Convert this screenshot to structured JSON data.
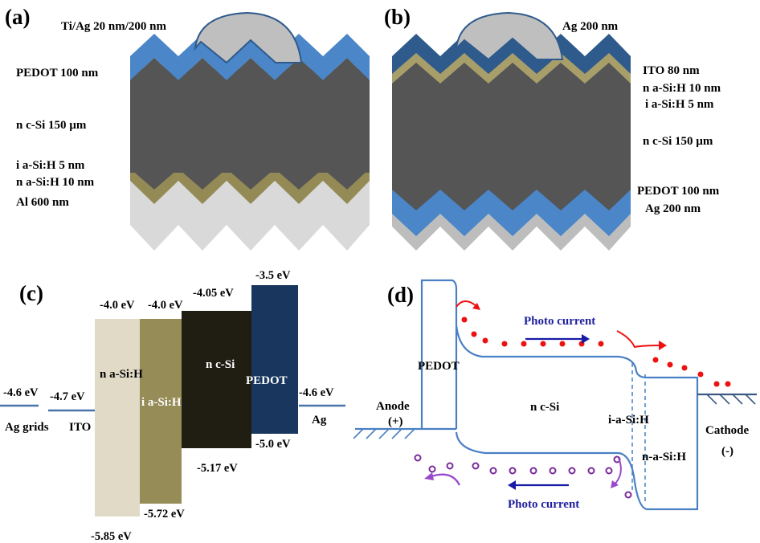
{
  "panels": {
    "a": {
      "label": "(a)",
      "layers": {
        "top": "Ti/Ag 20 nm/200 nm",
        "pedot": "PEDOT 100 nm",
        "nsi": "n c-Si  150 µm",
        "ia": "i a-Si:H  5 nm",
        "na": "n a-Si:H  10 nm",
        "al": "Al 600 nm"
      }
    },
    "b": {
      "label": "(b)",
      "layers": {
        "ag_top": "Ag 200 nm",
        "ito": "ITO  80 nm",
        "na": "n a-Si:H  10 nm",
        "ia": "i a-Si:H  5 nm",
        "nsi": "n c-Si  150 µm",
        "pedot": "PEDOT 100 nm",
        "ag_bottom": "Ag 200 nm"
      }
    },
    "c": {
      "label": "(c)",
      "blocks": {
        "n_asi": "n a-Si:H",
        "i_asi": "i a-Si:H",
        "ncsi": "n c-Si",
        "pedot": "PEDOT"
      },
      "levels": {
        "ag_grids": "-4.6 eV",
        "ito": "-4.7 eV",
        "n_asi_top": "-4.0 eV",
        "i_asi_top": "-4.0 eV",
        "ncsi_top": "-4.05 eV",
        "pedot_top": "-3.5 eV",
        "ag": "-4.6 eV",
        "pedot_bottom": "-5.0 eV",
        "ncsi_bottom": "-5.17 eV",
        "i_asi_bottom": "-5.72 eV",
        "n_asi_bottom": "-5.85 eV"
      },
      "contacts": {
        "ag_grids": "Ag grids",
        "ito": "ITO",
        "ag": "Ag"
      },
      "colors": {
        "n_asi": "#e0dac6",
        "i_asi": "#968c58",
        "ncsi": "#201e12",
        "pedot": "#19365e",
        "contact_line": "#4a73a8"
      }
    },
    "d": {
      "label": "(d)",
      "labels": {
        "pedot": "PEDOT",
        "anode": "Anode",
        "anode_sign": "(+)",
        "ncsi": "n c-Si",
        "i_asi": "i-a-Si:H",
        "n_asi": "n-a-Si:H",
        "cathode": "Cathode",
        "cathode_sign": "(-)",
        "photo_top": "Photo current",
        "photo_bottom": "Photo current"
      },
      "colors": {
        "band": "#4a80c4",
        "electron": "#ee1111",
        "hole": "#7a2a9a",
        "arrow": "#1a1aa8"
      }
    }
  },
  "colors": {
    "pedot": "#4a86c8",
    "ito": "#2e5b8c",
    "nsi": "#555555",
    "asi": "#968c58",
    "al": "#d8d8d8",
    "ag_bottom": "#bdbdbd",
    "ag_dome": "#bfbfbf"
  }
}
